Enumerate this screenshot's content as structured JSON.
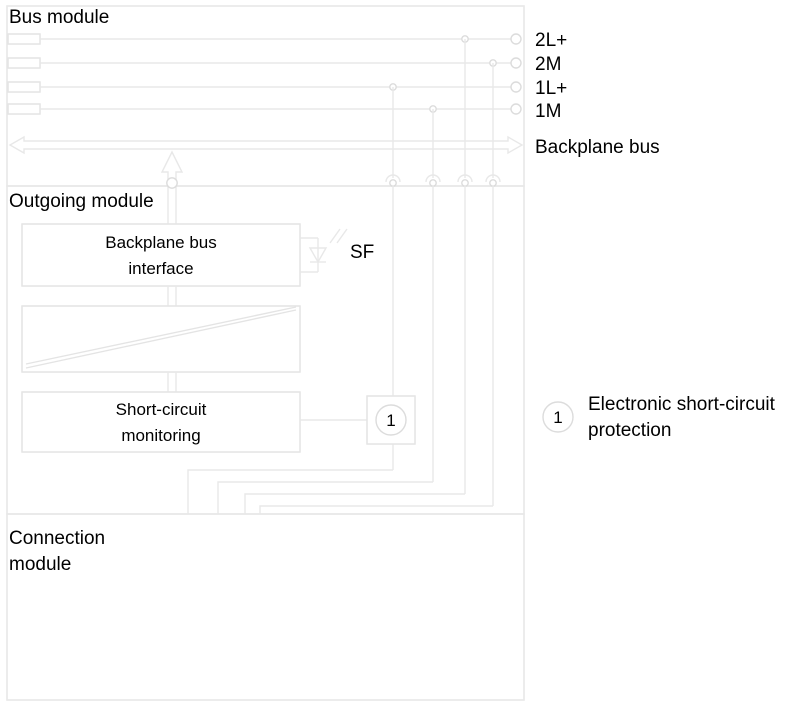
{
  "colors": {
    "line": "#e8e8e8",
    "line_mid": "#dddddd",
    "text": "#000000",
    "background": "#ffffff"
  },
  "modules": {
    "bus": {
      "title": "Bus module"
    },
    "outgoing": {
      "title": "Outgoing module"
    },
    "connection": {
      "title_line1": "Connection",
      "title_line2": "module"
    }
  },
  "rails": [
    {
      "label": "2L+"
    },
    {
      "label": "2M"
    },
    {
      "label": "1L+"
    },
    {
      "label": "1M"
    }
  ],
  "backplane": {
    "label": "Backplane bus"
  },
  "blocks": {
    "backplane_interface": {
      "line1": "Backplane bus",
      "line2": "interface"
    },
    "power_switch": {
      "label": ""
    },
    "short_circuit_monitoring": {
      "line1": "Short-circuit",
      "line2": "monitoring"
    }
  },
  "indicators": {
    "sf_led": {
      "label": "SF"
    }
  },
  "callouts": [
    {
      "id": "1",
      "label": "1"
    }
  ],
  "legend": [
    {
      "marker": "1",
      "line1": "Electronic short-circuit",
      "line2": "protection"
    }
  ]
}
